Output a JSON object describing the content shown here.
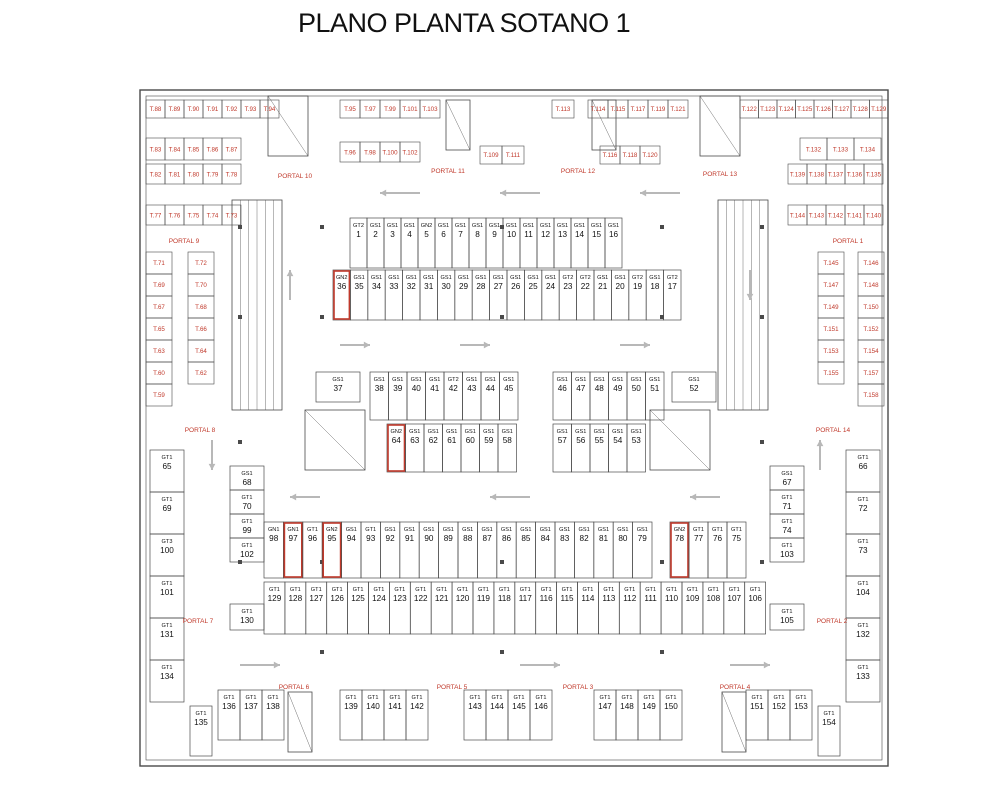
{
  "title": "PLANO PLANTA SOTANO 1",
  "colors": {
    "line": "#4a4a4a",
    "red": "#c0392b",
    "text": "#111111",
    "arrow": "#b8b8b8"
  },
  "portals": [
    "PORTAL 1",
    "PORTAL 2",
    "PORTAL 3",
    "PORTAL 4",
    "PORTAL 5",
    "PORTAL 6",
    "PORTAL 7",
    "PORTAL 8",
    "PORTAL 9",
    "PORTAL 10",
    "PORTAL 11",
    "PORTAL 12",
    "PORTAL 13",
    "PORTAL 14"
  ],
  "storage_units": {
    "top_row1": [
      "T.88",
      "T.89",
      "T.90",
      "T.91",
      "T.92",
      "T.93",
      "T.94",
      "T.95",
      "T.97",
      "T.99",
      "T.101",
      "T.103",
      "T.113",
      "T.114",
      "T.115",
      "T.117",
      "T.119",
      "T.121",
      "T.122",
      "T.123",
      "T.124",
      "T.125",
      "T.126",
      "T.127",
      "T.128",
      "T.129"
    ],
    "top_row2": [
      "T.83",
      "T.84",
      "T.85",
      "T.86",
      "T.87",
      "T.96",
      "T.98",
      "T.100",
      "T.102",
      "T.109",
      "T.111",
      "T.116",
      "T.118",
      "T.120",
      "T.132",
      "T.133",
      "T.134"
    ],
    "top_row3": [
      "T.82",
      "T.81",
      "T.80",
      "T.79",
      "T.78",
      "T.139",
      "T.138",
      "T.137",
      "T.136",
      "T.135"
    ],
    "top_row4": [
      "T.77",
      "T.76",
      "T.75",
      "T.74",
      "T.73",
      "T.144",
      "T.143",
      "T.142",
      "T.141",
      "T.140"
    ],
    "left_a": [
      "T.71",
      "T.69",
      "T.67",
      "T.65",
      "T.63",
      "T.60",
      "T.59"
    ],
    "left_b": [
      "T.72",
      "T.70",
      "T.68",
      "T.66",
      "T.64",
      "T.62"
    ],
    "right_a": [
      "T.145",
      "T.147",
      "T.149",
      "T.151",
      "T.153",
      "T.155"
    ],
    "right_b": [
      "T.146",
      "T.148",
      "T.150",
      "T.152",
      "T.154",
      "T.157",
      "T.158"
    ]
  },
  "parking": {
    "row1": [
      {
        "type": "GT2",
        "num": "1"
      },
      {
        "type": "GS1",
        "num": "2"
      },
      {
        "type": "GS1",
        "num": "3"
      },
      {
        "type": "GS1",
        "num": "4"
      },
      {
        "type": "GN2",
        "num": "5"
      },
      {
        "type": "GS1",
        "num": "6"
      },
      {
        "type": "GS1",
        "num": "7"
      },
      {
        "type": "GS1",
        "num": "8"
      },
      {
        "type": "GS1",
        "num": "9"
      },
      {
        "type": "GS1",
        "num": "10"
      },
      {
        "type": "GS1",
        "num": "11"
      },
      {
        "type": "GS1",
        "num": "12"
      },
      {
        "type": "GS1",
        "num": "13"
      },
      {
        "type": "GS1",
        "num": "14"
      },
      {
        "type": "GS1",
        "num": "15"
      },
      {
        "type": "GS1",
        "num": "16"
      }
    ],
    "row2": [
      {
        "type": "GN2",
        "num": "36"
      },
      {
        "type": "GS1",
        "num": "35"
      },
      {
        "type": "GS1",
        "num": "34"
      },
      {
        "type": "GS1",
        "num": "33"
      },
      {
        "type": "GS1",
        "num": "32"
      },
      {
        "type": "GS1",
        "num": "31"
      },
      {
        "type": "GS1",
        "num": "30"
      },
      {
        "type": "GS1",
        "num": "29"
      },
      {
        "type": "GS1",
        "num": "28"
      },
      {
        "type": "GS1",
        "num": "27"
      },
      {
        "type": "GS1",
        "num": "26"
      },
      {
        "type": "GS1",
        "num": "25"
      },
      {
        "type": "GS1",
        "num": "24"
      },
      {
        "type": "GT2",
        "num": "23"
      },
      {
        "type": "GT2",
        "num": "22"
      },
      {
        "type": "GS1",
        "num": "21"
      },
      {
        "type": "GS1",
        "num": "20"
      },
      {
        "type": "GT2",
        "num": "19"
      },
      {
        "type": "GS1",
        "num": "18"
      },
      {
        "type": "GT2",
        "num": "17"
      }
    ],
    "midL_top": [
      {
        "type": "GS1",
        "num": "38"
      },
      {
        "type": "GS1",
        "num": "39"
      },
      {
        "type": "GS1",
        "num": "40"
      },
      {
        "type": "GS1",
        "num": "41"
      },
      {
        "type": "GT2",
        "num": "42"
      },
      {
        "type": "GS1",
        "num": "43"
      },
      {
        "type": "GS1",
        "num": "44"
      },
      {
        "type": "GS1",
        "num": "45"
      }
    ],
    "midL_bot": [
      {
        "type": "GN2",
        "num": "64"
      },
      {
        "type": "GS1",
        "num": "63"
      },
      {
        "type": "GS1",
        "num": "62"
      },
      {
        "type": "GS1",
        "num": "61"
      },
      {
        "type": "GS1",
        "num": "60"
      },
      {
        "type": "GS1",
        "num": "59"
      },
      {
        "type": "GS1",
        "num": "58"
      }
    ],
    "midR_top": [
      {
        "type": "GS1",
        "num": "46"
      },
      {
        "type": "GS1",
        "num": "47"
      },
      {
        "type": "GS1",
        "num": "48"
      },
      {
        "type": "GS1",
        "num": "49"
      },
      {
        "type": "GS1",
        "num": "50"
      },
      {
        "type": "GS1",
        "num": "51"
      }
    ],
    "midR_bot": [
      {
        "type": "GS1",
        "num": "57"
      },
      {
        "type": "GS1",
        "num": "56"
      },
      {
        "type": "GS1",
        "num": "55"
      },
      {
        "type": "GS1",
        "num": "54"
      },
      {
        "type": "GS1",
        "num": "53"
      }
    ],
    "singles": [
      {
        "type": "GS1",
        "num": "37"
      },
      {
        "type": "GS1",
        "num": "52"
      }
    ],
    "left_col": [
      {
        "type": "GS1",
        "num": "68"
      },
      {
        "type": "GT1",
        "num": "70"
      },
      {
        "type": "GT1",
        "num": "99"
      },
      {
        "type": "GT1",
        "num": "102"
      },
      {
        "type": "GT1",
        "num": "130"
      }
    ],
    "right_col": [
      {
        "type": "GS1",
        "num": "67"
      },
      {
        "type": "GT1",
        "num": "71"
      },
      {
        "type": "GT1",
        "num": "74"
      },
      {
        "type": "GT1",
        "num": "103"
      },
      {
        "type": "GT1",
        "num": "105"
      }
    ],
    "row3": [
      {
        "type": "GN1",
        "num": "98"
      },
      {
        "type": "GN1",
        "num": "97"
      },
      {
        "type": "GT1",
        "num": "96"
      },
      {
        "type": "GN2",
        "num": "95"
      },
      {
        "type": "GS1",
        "num": "94"
      },
      {
        "type": "GT1",
        "num": "93"
      },
      {
        "type": "GS1",
        "num": "92"
      },
      {
        "type": "GS1",
        "num": "91"
      },
      {
        "type": "GS1",
        "num": "90"
      },
      {
        "type": "GS1",
        "num": "89"
      },
      {
        "type": "GS1",
        "num": "88"
      },
      {
        "type": "GS1",
        "num": "87"
      },
      {
        "type": "GS1",
        "num": "86"
      },
      {
        "type": "GS1",
        "num": "85"
      },
      {
        "type": "GS1",
        "num": "84"
      },
      {
        "type": "GS1",
        "num": "83"
      },
      {
        "type": "GS1",
        "num": "82"
      },
      {
        "type": "GS1",
        "num": "81"
      },
      {
        "type": "GS1",
        "num": "80"
      },
      {
        "type": "GS1",
        "num": "79"
      },
      {
        "type": "GN2",
        "num": "78"
      },
      {
        "type": "GT1",
        "num": "77"
      },
      {
        "type": "GT1",
        "num": "76"
      },
      {
        "type": "GT1",
        "num": "75"
      }
    ],
    "row4": [
      {
        "type": "GT1",
        "num": "129"
      },
      {
        "type": "GT1",
        "num": "128"
      },
      {
        "type": "GT1",
        "num": "127"
      },
      {
        "type": "GT1",
        "num": "126"
      },
      {
        "type": "GT1",
        "num": "125"
      },
      {
        "type": "GT1",
        "num": "124"
      },
      {
        "type": "GT1",
        "num": "123"
      },
      {
        "type": "GT1",
        "num": "122"
      },
      {
        "type": "GT1",
        "num": "121"
      },
      {
        "type": "GT1",
        "num": "120"
      },
      {
        "type": "GT1",
        "num": "119"
      },
      {
        "type": "GT1",
        "num": "118"
      },
      {
        "type": "GT1",
        "num": "117"
      },
      {
        "type": "GT1",
        "num": "116"
      },
      {
        "type": "GT1",
        "num": "115"
      },
      {
        "type": "GT1",
        "num": "114"
      },
      {
        "type": "GT1",
        "num": "113"
      },
      {
        "type": "GT1",
        "num": "112"
      },
      {
        "type": "GT1",
        "num": "111"
      },
      {
        "type": "GT1",
        "num": "110"
      },
      {
        "type": "GT1",
        "num": "109"
      },
      {
        "type": "GT1",
        "num": "108"
      },
      {
        "type": "GT1",
        "num": "107"
      },
      {
        "type": "GT1",
        "num": "106"
      }
    ],
    "outer_left": [
      {
        "type": "GT1",
        "num": "65"
      },
      {
        "type": "GT1",
        "num": "69"
      },
      {
        "type": "GT3",
        "num": "100"
      },
      {
        "type": "GT1",
        "num": "101"
      },
      {
        "type": "GT1",
        "num": "131"
      },
      {
        "type": "GT1",
        "num": "134"
      }
    ],
    "outer_right": [
      {
        "type": "GT1",
        "num": "66"
      },
      {
        "type": "GT1",
        "num": "72"
      },
      {
        "type": "GT1",
        "num": "73"
      },
      {
        "type": "GT1",
        "num": "104"
      },
      {
        "type": "GT1",
        "num": "132"
      },
      {
        "type": "GT1",
        "num": "133"
      }
    ],
    "bottom": [
      {
        "type": "GT1",
        "num": "135"
      },
      {
        "type": "GT1",
        "num": "136"
      },
      {
        "type": "GT1",
        "num": "137"
      },
      {
        "type": "GT1",
        "num": "138"
      },
      {
        "type": "GT1",
        "num": "139"
      },
      {
        "type": "GT1",
        "num": "140"
      },
      {
        "type": "GT1",
        "num": "141"
      },
      {
        "type": "GT1",
        "num": "142"
      },
      {
        "type": "GT1",
        "num": "143"
      },
      {
        "type": "GT1",
        "num": "144"
      },
      {
        "type": "GT1",
        "num": "145"
      },
      {
        "type": "GT1",
        "num": "146"
      },
      {
        "type": "GT1",
        "num": "147"
      },
      {
        "type": "GT1",
        "num": "148"
      },
      {
        "type": "GT1",
        "num": "149"
      },
      {
        "type": "GT1",
        "num": "150"
      },
      {
        "type": "GT1",
        "num": "151"
      },
      {
        "type": "GT1",
        "num": "152"
      },
      {
        "type": "GT1",
        "num": "153"
      },
      {
        "type": "GT1",
        "num": "154"
      }
    ],
    "highlighted": [
      "36",
      "64",
      "97",
      "95",
      "78"
    ]
  }
}
